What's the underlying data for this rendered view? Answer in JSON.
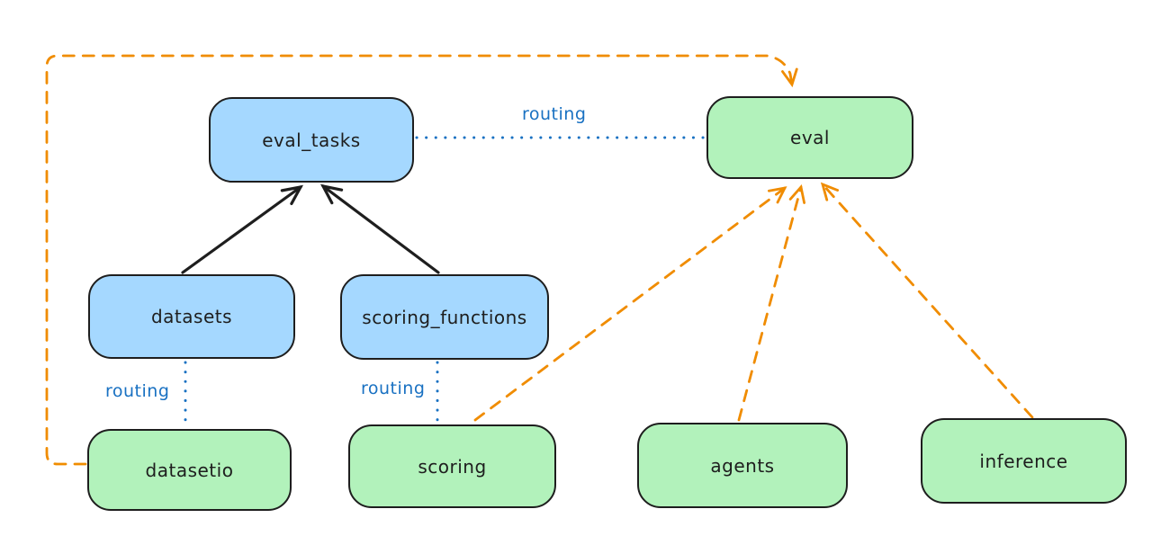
{
  "diagram": {
    "type": "flow-diagram",
    "nodes": [
      {
        "id": "eval_tasks",
        "label": "eval_tasks",
        "group": "blue"
      },
      {
        "id": "eval",
        "label": "eval",
        "group": "green"
      },
      {
        "id": "datasets",
        "label": "datasets",
        "group": "blue"
      },
      {
        "id": "scoring_functions",
        "label": "scoring_functions",
        "group": "blue"
      },
      {
        "id": "datasetio",
        "label": "datasetio",
        "group": "green"
      },
      {
        "id": "scoring",
        "label": "scoring",
        "group": "green"
      },
      {
        "id": "agents",
        "label": "agents",
        "group": "green"
      },
      {
        "id": "inference",
        "label": "inference",
        "group": "green"
      }
    ],
    "edges": [
      {
        "from": "datasets",
        "to": "eval_tasks",
        "style": "solid-black-arrow",
        "label": ""
      },
      {
        "from": "scoring_functions",
        "to": "eval_tasks",
        "style": "solid-black-arrow",
        "label": ""
      },
      {
        "from": "eval_tasks",
        "to": "eval",
        "style": "dotted-blue",
        "label": "routing"
      },
      {
        "from": "datasets",
        "to": "datasetio",
        "style": "dotted-blue",
        "label": "routing"
      },
      {
        "from": "scoring_functions",
        "to": "scoring",
        "style": "dotted-blue",
        "label": "routing"
      },
      {
        "from": "datasetio",
        "to": "eval",
        "style": "dashed-orange-arrow",
        "label": ""
      },
      {
        "from": "scoring",
        "to": "eval",
        "style": "dashed-orange-arrow",
        "label": ""
      },
      {
        "from": "agents",
        "to": "eval",
        "style": "dashed-orange-arrow",
        "label": ""
      },
      {
        "from": "inference",
        "to": "eval",
        "style": "dashed-orange-arrow",
        "label": ""
      }
    ],
    "colors": {
      "node_blue_fill": "#a5d8ff",
      "node_green_fill": "#b2f2bb",
      "node_stroke": "#1e1e1e",
      "arrow_black": "#1e1e1e",
      "dashed_orange": "#f08c00",
      "dotted_blue": "#1971c2",
      "background": "#ffffff"
    }
  }
}
